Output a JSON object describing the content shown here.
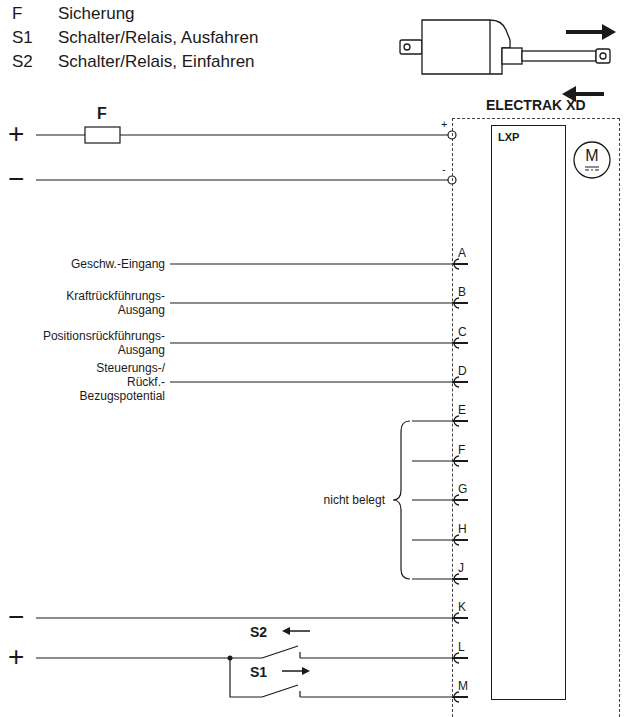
{
  "diagram": {
    "nodes": [
      {
        "text": [
          "ELECTRAK XD"
        ]
      },
      {
        "text": [
          "LXP"
        ],
        "in": 0
      },
      {
        "text": [
          "M"
        ],
        "in": 0
      }
    ],
    "labels": [
      "F",
      "Sicherung",
      "S1",
      "Schalter/Relais, Ausfahren",
      "S2",
      "Schalter/Relais, Einfahren",
      "+",
      "F",
      "−",
      "+",
      "-",
      "A",
      "Geschw.-Eingang",
      "B",
      "Kraftrückführungs- Ausgang",
      "C",
      "Positionsrückführungs- Ausgang",
      "D",
      "Steuerungs-/ Rückf.- Bezugspotential",
      "E",
      "F",
      "G",
      "H",
      "J",
      "nicht belegt",
      "K",
      "−",
      "L",
      "M",
      "+",
      "S2",
      "S1"
    ]
  }
}
